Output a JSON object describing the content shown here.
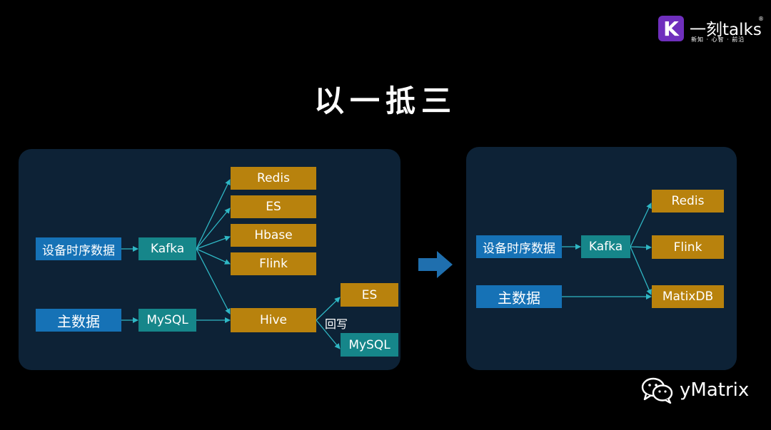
{
  "title": "以一抵三",
  "logo": {
    "letter": "K",
    "name": "一刻talks",
    "reg": "®",
    "tagline": "新知 · 心智 · 前沿"
  },
  "watermark": {
    "icon": "wechat-icon",
    "text": "yMatrix"
  },
  "left": {
    "nodes": {
      "device": "设备时序数据",
      "master": "主数据",
      "kafka": "Kafka",
      "mysql": "MySQL",
      "redis": "Redis",
      "es": "ES",
      "hbase": "Hbase",
      "flink": "Flink",
      "hive": "Hive",
      "es2": "ES",
      "mysql2": "MySQL"
    },
    "writeback_label": "回写"
  },
  "right": {
    "nodes": {
      "device": "设备时序数据",
      "master": "主数据",
      "kafka": "Kafka",
      "redis": "Redis",
      "flink": "Flink",
      "matrixdb": "MatixDB"
    }
  },
  "colors": {
    "background": "#000000",
    "panel": "#0d2236",
    "source": "#1672b6",
    "broker": "#16868a",
    "store": "#b8820d",
    "arrow": "#2fb7c4",
    "transition_arrow": "#1f6fae",
    "logo": "#6f2fbd"
  }
}
